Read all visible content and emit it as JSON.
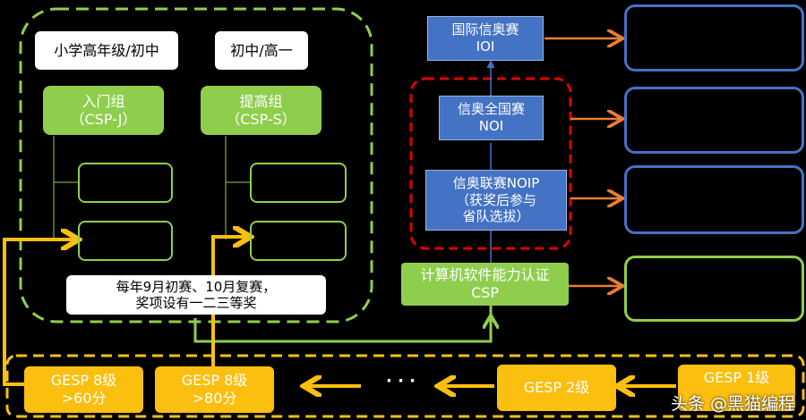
{
  "left_group": {
    "level1": "小学高年级/初中",
    "level2": "初中/高一",
    "junior": {
      "line1": "入门组",
      "line2": "（CSP-J）"
    },
    "senior": {
      "line1": "提高组",
      "line2": "（CSP-S）"
    },
    "note": {
      "line1": "每年9月初赛、10月复赛，",
      "line2": "奖项设有一二三等奖"
    }
  },
  "pipeline": {
    "ioi": {
      "line1": "国际信奥赛",
      "line2": "IOI"
    },
    "noi": {
      "line1": "信奥全国赛",
      "line2": "NOI"
    },
    "noip": {
      "line1": "信奥联赛NOIP",
      "line2": "（获奖后参与",
      "line3": "省队选拔）"
    },
    "csp": {
      "line1": "计算机软件能力认证",
      "line2": "CSP"
    }
  },
  "gesp": {
    "g8a": {
      "line1": "GESP 8级",
      "line2": ">60分"
    },
    "g8b": {
      "line1": "GESP 8级",
      "line2": ">80分"
    },
    "ellipsis": "· · ·",
    "g2": "GESP 2级",
    "g1": "GESP 1级"
  },
  "watermark": "头条 @黑猫编程",
  "colors": {
    "green": "#8fce4d",
    "blue": "#4472c4",
    "orange": "#ed7d31",
    "yellow": "#fbbf0f",
    "red": "#e00000"
  }
}
